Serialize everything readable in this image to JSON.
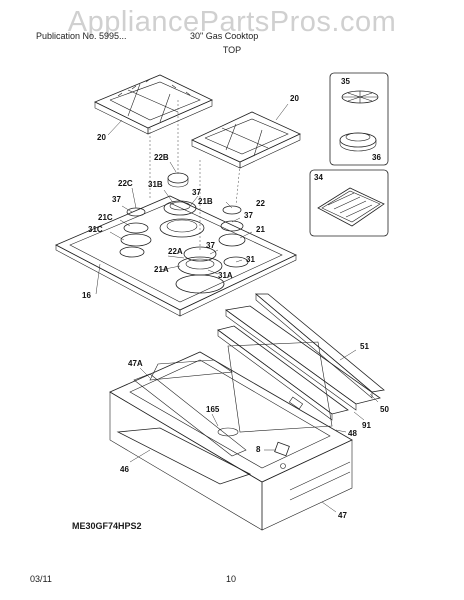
{
  "watermark": "AppliancePartsPros.com",
  "header": {
    "publication": "Publication No. 5995...",
    "section": "30\" Gas Cooktop",
    "subtitle": "TOP"
  },
  "callouts": {
    "c20a": "20",
    "c20b": "20",
    "c22b": "22B",
    "c22c": "22C",
    "c22": "22",
    "c22a": "22A",
    "c31b": "31B",
    "c31c": "31C",
    "c31a": "31A",
    "c31": "31",
    "c21b": "21B",
    "c21c": "21C",
    "c21a": "21A",
    "c21": "21",
    "c37a": "37",
    "c37b": "37",
    "c37c": "37",
    "c37d": "37",
    "c16": "16",
    "c35": "35",
    "c36": "36",
    "c34": "34",
    "c51": "51",
    "c50": "50",
    "c91": "91",
    "c48": "48",
    "c47a": "47A",
    "c165": "165",
    "c8": "8",
    "c46": "46",
    "c47": "47"
  },
  "model_number": "ME30GF74HPS2",
  "footer": {
    "date": "03/11",
    "page": "10"
  }
}
